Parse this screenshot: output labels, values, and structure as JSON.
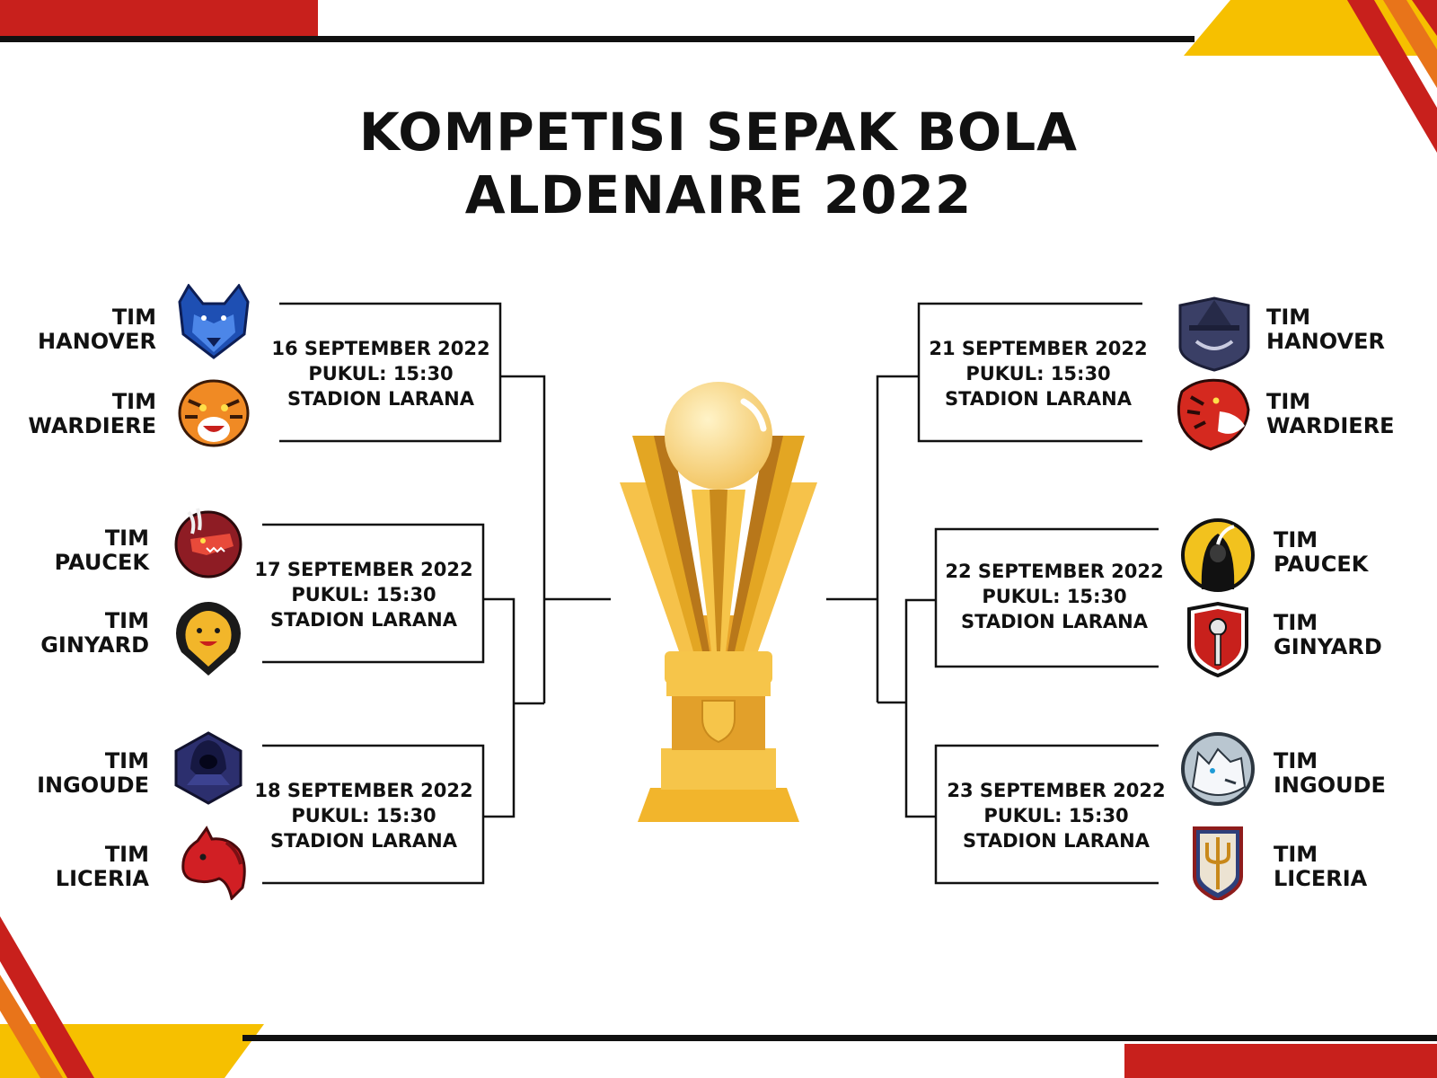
{
  "title": {
    "line1": "KOMPETISI SEPAK BOLA",
    "line2": "ALDENAIRE 2022"
  },
  "colors": {
    "red": "#C8201C",
    "yellow": "#F6C000",
    "orange": "#E8741A",
    "black": "#111111",
    "gold": "#E3A623"
  },
  "left": {
    "matches": [
      {
        "date": "16 SEPTEMBER 2022",
        "time": "PUKUL: 15:30",
        "venue": "STADION LARANA",
        "team_a": {
          "tim": "TIM",
          "name": "HANOVER",
          "icon": "blue-wolf-icon"
        },
        "team_b": {
          "tim": "TIM",
          "name": "WARDIERE",
          "icon": "orange-tiger-icon"
        }
      },
      {
        "date": "17 SEPTEMBER 2022",
        "time": "PUKUL: 15:30",
        "venue": "STADION LARANA",
        "team_a": {
          "tim": "TIM",
          "name": "PAUCEK",
          "icon": "red-dragon-icon"
        },
        "team_b": {
          "tim": "TIM",
          "name": "GINYARD",
          "icon": "yellow-cobra-icon"
        }
      },
      {
        "date": "18 SEPTEMBER 2022",
        "time": "PUKUL: 15:30",
        "venue": "STADION LARANA",
        "team_a": {
          "tim": "TIM",
          "name": "INGOUDE",
          "icon": "hooded-figure-icon"
        },
        "team_b": {
          "tim": "TIM",
          "name": "LICERIA",
          "icon": "red-horse-icon"
        }
      }
    ]
  },
  "right": {
    "matches": [
      {
        "date": "21 SEPTEMBER 2022",
        "time": "PUKUL: 15:30",
        "venue": "STADION LARANA",
        "team_a": {
          "tim": "TIM",
          "name": "HANOVER",
          "icon": "wizard-shield-icon"
        },
        "team_b": {
          "tim": "TIM",
          "name": "WARDIERE",
          "icon": "red-tiger-icon"
        }
      },
      {
        "date": "22 SEPTEMBER 2022",
        "time": "PUKUL: 15:30",
        "venue": "STADION LARANA",
        "team_a": {
          "tim": "TIM",
          "name": "PAUCEK",
          "icon": "reaper-icon"
        },
        "team_b": {
          "tim": "TIM",
          "name": "GINYARD",
          "icon": "mace-shield-icon"
        }
      },
      {
        "date": "23 SEPTEMBER 2022",
        "time": "PUKUL: 15:30",
        "venue": "STADION LARANA",
        "team_a": {
          "tim": "TIM",
          "name": "INGOUDE",
          "icon": "white-wolf-moon-icon"
        },
        "team_b": {
          "tim": "TIM",
          "name": "LICERIA",
          "icon": "trident-shield-icon"
        }
      }
    ]
  },
  "trophy": {
    "icon": "trophy-icon"
  }
}
